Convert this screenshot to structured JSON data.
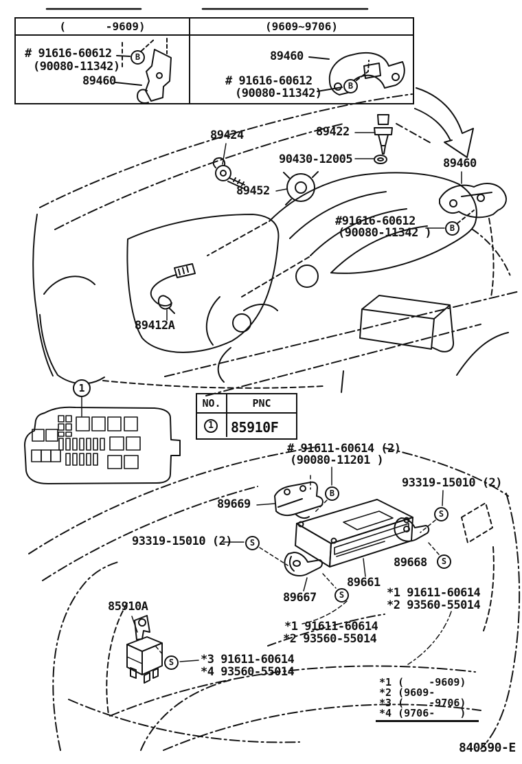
{
  "page": {
    "figure_code": "840590-E",
    "ink_color": "#111111"
  },
  "top_table": {
    "header_left": "(      -9609)",
    "header_right": "(9609~9706)",
    "left_cell": {
      "bolt_line1": "# 91616-60612",
      "bolt_line2": "(90080-11342)",
      "part": "89460",
      "symbol": "B"
    },
    "right_cell": {
      "part": "89460",
      "bolt_line1": "# 91616-60612",
      "bolt_line2": "(90080-11342)",
      "symbol": "B"
    }
  },
  "engine_view": {
    "sensor_89424": "89424",
    "sensor_89422": "89422",
    "gasket_90430": "90430-12005",
    "sensor_89452": "89452",
    "bracket_89460": "89460",
    "bolt_line1": "#91616-60612",
    "bolt_line2": "(90080-11342 )",
    "oxygen_sensor_89412A": "89412A",
    "symbol_b": "B"
  },
  "pnc_table": {
    "col_no": "NO.",
    "col_pnc": "PNC",
    "row": {
      "no": "1",
      "pnc": "85910F"
    },
    "callout": "1"
  },
  "dash_view": {
    "screw_top_line1": "# 91611-60614 (2)",
    "screw_top_line2": "(90080-11201 )",
    "screw_right": "93319-15010 (2)",
    "screw_left": "93319-15010 (2)",
    "bracket_89669": "89669",
    "bracket_89668": "89668",
    "ecu_89661": "89661",
    "bracket_89667": "89667",
    "relay_85910A": "85910A",
    "screws_right_l1": "*1 91611-60614",
    "screws_right_l2": "*2 93560-55014",
    "screws_mid_l1": "*1 91611-60614",
    "screws_mid_l2": "*2 93560-55014",
    "screws_relay_l1": "*3 91611-60614",
    "screws_relay_l2": "*4 93560-55014",
    "symbol_b": "B",
    "symbol_s": "S"
  },
  "legend": {
    "rows": [
      {
        "mark": "*1",
        "range": "(    -9609)"
      },
      {
        "mark": "*2",
        "range": "(9609-"
      },
      {
        "mark": "*3",
        "range": "(    -9706)"
      },
      {
        "mark": "*4",
        "range": "(9706-    )"
      }
    ]
  }
}
